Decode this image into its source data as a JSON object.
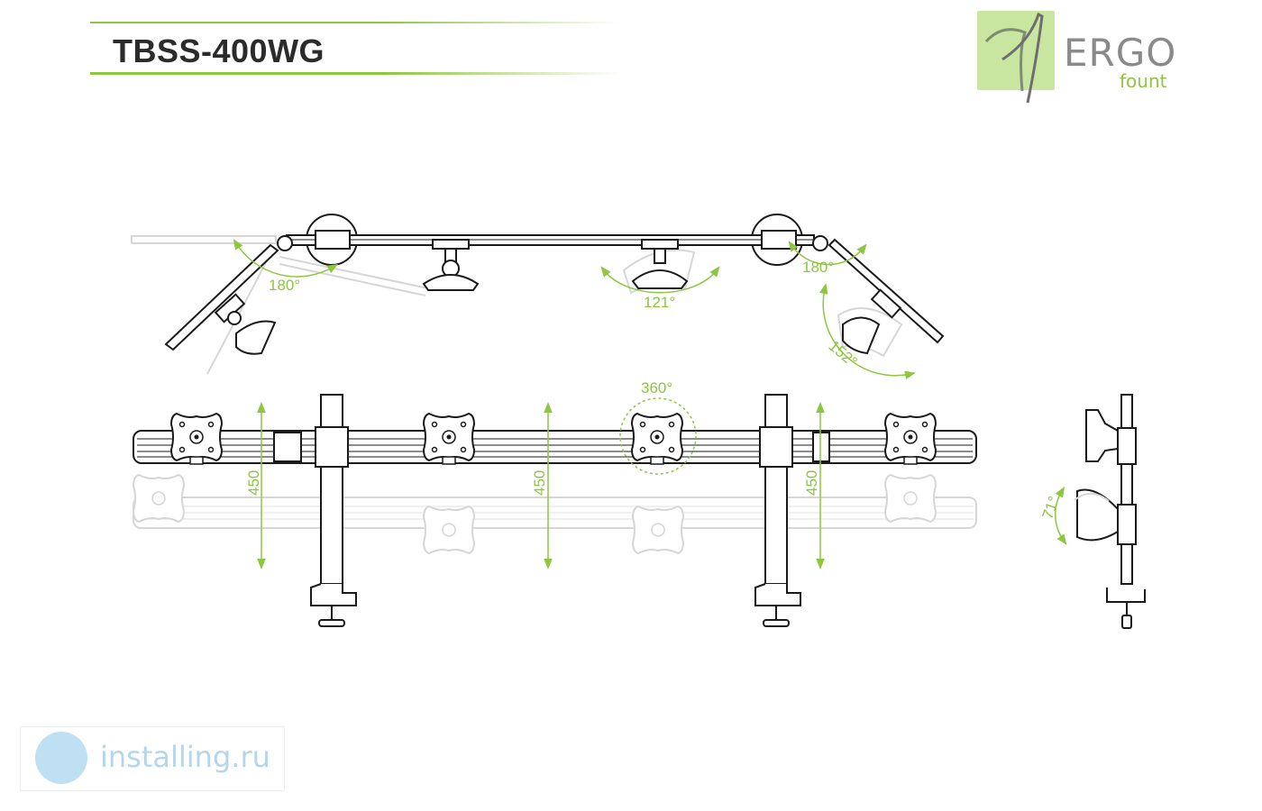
{
  "header": {
    "model": "TBSS-400WG"
  },
  "logo": {
    "word": "ERGO",
    "sub": "fount"
  },
  "top_view": {
    "angle_left": "180°",
    "angle_center": "121°",
    "angle_right": "180°",
    "angle_tilt_right": "152°"
  },
  "front_view": {
    "rotation": "360°",
    "height_left": "450",
    "height_center": "450",
    "height_right": "450"
  },
  "side_view": {
    "tilt": "71°"
  },
  "watermark": {
    "text": "installing.ru"
  },
  "colors": {
    "accent_green": "#8dc63f",
    "line_dark": "#1a1a1a",
    "ghost_gray": "#d6d6d6"
  }
}
